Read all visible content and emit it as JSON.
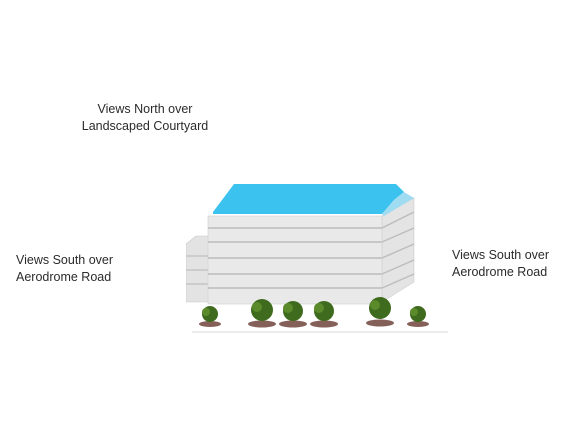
{
  "labels": {
    "north": {
      "line1": "Views North over",
      "line2": "Landscaped Courtyard"
    },
    "south_left": {
      "line1": "Views South over",
      "line2": "Aerodrome Road"
    },
    "south_right": {
      "line1": "Views South over",
      "line2": "Aerodrome Road"
    }
  },
  "colors": {
    "roof": "#3cc2ee",
    "facade": "#e6e6e6",
    "facade_band": "#bdbdbd",
    "tree_foliage": "#3f6b1e",
    "tree_shadow": "#5b2b22"
  }
}
